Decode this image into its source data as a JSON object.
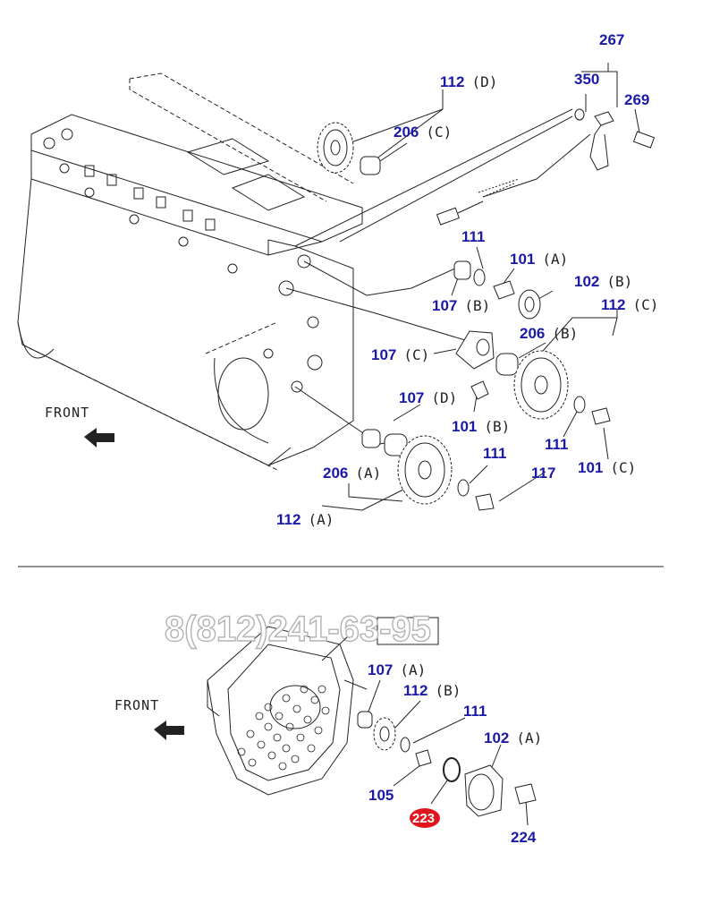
{
  "watermark": "8(812)241-63-95",
  "front_labels": [
    "FRONT",
    "FRONT"
  ],
  "callouts_top": [
    {
      "num": "267",
      "sfx": ""
    },
    {
      "num": "350",
      "sfx": ""
    },
    {
      "num": "269",
      "sfx": ""
    },
    {
      "num": "112",
      "sfx": "(D)"
    },
    {
      "num": "206",
      "sfx": "(C)"
    },
    {
      "num": "111",
      "sfx": ""
    },
    {
      "num": "101",
      "sfx": "(A)"
    },
    {
      "num": "107",
      "sfx": "(B)"
    },
    {
      "num": "102",
      "sfx": "(B)"
    },
    {
      "num": "112",
      "sfx": "(C)"
    },
    {
      "num": "206",
      "sfx": "(B)"
    },
    {
      "num": "107",
      "sfx": "(C)"
    },
    {
      "num": "107",
      "sfx": "(D)"
    },
    {
      "num": "101",
      "sfx": "(B)"
    },
    {
      "num": "111",
      "sfx": ""
    },
    {
      "num": "101",
      "sfx": "(C)"
    },
    {
      "num": "111",
      "sfx": ""
    },
    {
      "num": "117",
      "sfx": ""
    },
    {
      "num": "206",
      "sfx": "(A)"
    },
    {
      "num": "112",
      "sfx": "(A)"
    }
  ],
  "callouts_bottom": [
    {
      "num": "107",
      "sfx": "(A)"
    },
    {
      "num": "112",
      "sfx": "(B)"
    },
    {
      "num": "111",
      "sfx": ""
    },
    {
      "num": "102",
      "sfx": "(A)"
    },
    {
      "num": "105",
      "sfx": ""
    },
    {
      "num": "224",
      "sfx": ""
    }
  ],
  "highlighted_part": {
    "num": "223",
    "color": "#e0161e"
  },
  "colors": {
    "callout_number": "#1a1aa6",
    "line": "#222222",
    "highlight": "#e0161e"
  }
}
